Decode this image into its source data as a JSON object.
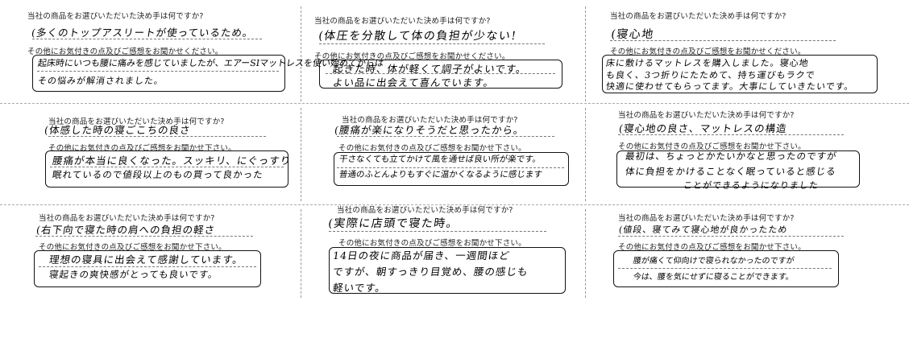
{
  "form": {
    "question1": "当社の商品をお選びいただいた決め手は何ですか?",
    "question2": "その他にお気付きの点及びご感想をお聞かせください。",
    "question2_alt": "その他にお気付きの点及びご感想をお聞かせ下さい。"
  },
  "cards": [
    {
      "q1": "当社の商品をお選びいただいた決め手は何ですか?",
      "a1": [
        "(多くのトップアスリートが使っているため。"
      ],
      "q2": "その他にお気付きの点及びご感想をお聞かせください。",
      "a2": [
        "起床時にいつも腰に痛みを感じていましたが、エアーSIマットレスを使い始めてからは",
        "その悩みが解消されました。"
      ]
    },
    {
      "q1": "当社の商品をお選びいただいた決め手は何ですか?",
      "a1": [
        "(体圧を分散して体の負担が少ない!"
      ],
      "q2": "その他にお気付きの点及びご感想をお聞かせください。",
      "a2": [
        "起きた時、体が軽くて調子がよいです。",
        "よい品に出会えて喜んでいます。"
      ]
    },
    {
      "q1": "当社の商品をお選びいただいた決め手は何ですか?",
      "a1": [
        "(寝心地"
      ],
      "q2": "その他にお気付きの点及びご感想をお聞かせください。",
      "a2": [
        "床に敷けるマットレスを購入しました。寝心地",
        "も良く、3つ折りにたためて、持ち運びもラクで",
        "快適に使わせてもらってます。大事にしていきたいです。"
      ]
    },
    {
      "q1": "当社の商品をお選びいただいた決め手は何ですか?",
      "a1": [
        "(体感した時の寝ごこちの良さ"
      ],
      "q2": "その他にお気付きの点及びご感想をお聞かせ下さい。",
      "a2": [
        "腰痛が本当に良くなった。スッキリ、にぐっすり",
        "眠れているので値段以上のもの買って良かった"
      ]
    },
    {
      "q1": "当社の商品をお選びいただいた決め手は何ですか?",
      "a1": [
        "(腰痛が楽になりそうだと思ったから。"
      ],
      "q2": "その他にお気付きの点及びご感想をお聞かせ下さい。",
      "a2": [
        "干さなくても立てかけて風を通せば良い所が楽です。",
        "普通のふとんよりもすぐに温かくなるように感じます"
      ]
    },
    {
      "q1": "当社の商品をお選びいただいた決め手は何ですか?",
      "a1": [
        "(寝心地の良さ、マットレスの構造"
      ],
      "q2": "その他にお気付きの点及びご感想をお聞かせ下さい。",
      "a2": [
        "最初は、ちょっとかたいかなと思ったのですが",
        "体に負担をかけることなく眠っていると感じる",
        "ことができるようになりました"
      ]
    },
    {
      "q1": "当社の商品をお選びいただいた決め手は何ですか?",
      "a1": [
        "(右下向で寝た時の肩への負担の軽さ"
      ],
      "q2": "その他にお気付きの点及びご感想をお聞かせ下さい。",
      "a2": [
        "理想の寝具に出会えて感謝しています。",
        "寝起きの爽快感がとっても良いです。"
      ]
    },
    {
      "q1": "当社の商品をお選びいただいた決め手は何ですか?",
      "a1": [
        "(実際に店頭で寝た時。"
      ],
      "q2": "その他にお気付きの点及びご感想をお聞かせ下さい。",
      "a2": [
        "14日の夜に商品が届き、一週間ほど",
        "ですが、朝すっきり目覚め、腰の感じも",
        "軽いです。"
      ]
    },
    {
      "q1": "当社の商品をお選びいただいた決め手は何ですか?",
      "a1": [
        "(値段、寝てみて寝心地が良かったため"
      ],
      "q2": "その他にお気付きの点及びご感想をお聞かせ下さい。",
      "a2": [
        "腰が痛くて仰向けで寝られなかったのですが",
        "今は、腰を気にせずに寝ることができます。"
      ]
    }
  ]
}
